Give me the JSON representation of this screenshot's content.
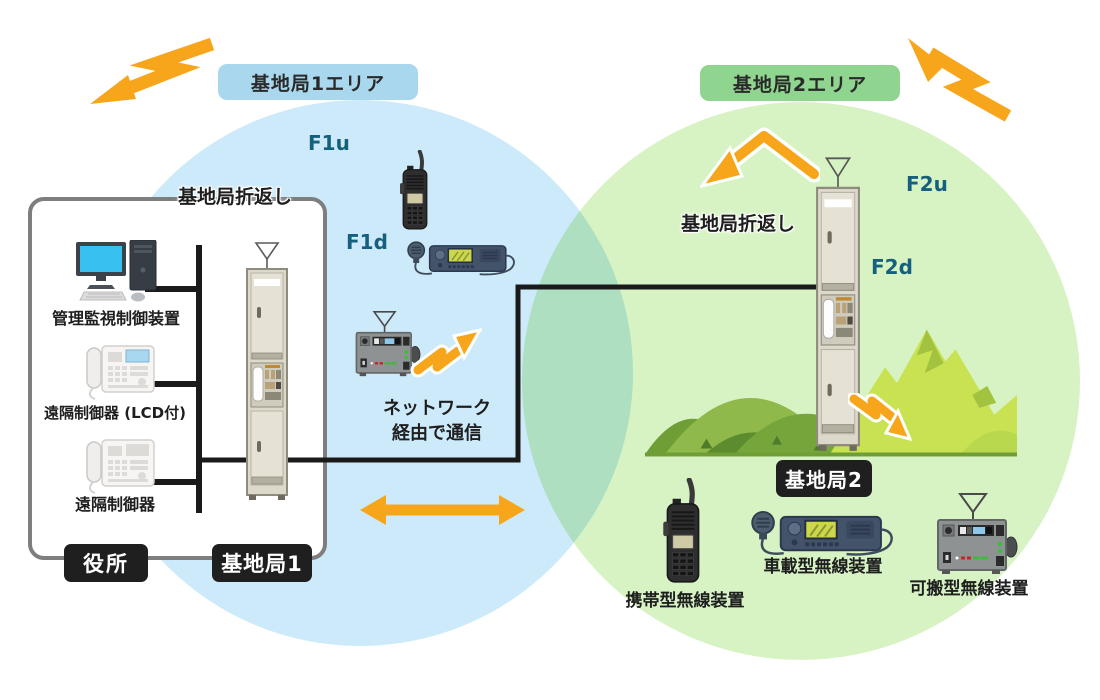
{
  "diagram": {
    "area1_badge": "基地局1エリア",
    "area2_badge": "基地局2エリア",
    "relay_label_1": "基地局折返し",
    "relay_label_2": "基地局折返し",
    "freq": {
      "f1u": "F1u",
      "f1d": "F1d",
      "f2u": "F2u",
      "f2d": "F2d"
    },
    "network_note_line1": "ネットワーク",
    "network_note_line2": "経由で通信",
    "office_badge": "役所",
    "bs1_badge": "基地局1",
    "bs2_badge": "基地局2",
    "office_devices": [
      {
        "label": "管理監視制御装置"
      },
      {
        "label": "遠隔制御器 (LCD付)"
      },
      {
        "label": "遠隔制御器"
      }
    ],
    "field_devices": [
      {
        "label": "携帯型無線装置"
      },
      {
        "label": "車載型無線装置"
      },
      {
        "label": "可搬型無線装置"
      }
    ],
    "colors": {
      "area1_fill": "#cdeafa",
      "area2_fill": "#d7f3c4",
      "area1_badge_bg": "#a9d8ee",
      "area2_badge_bg": "#8fd58f",
      "accent_orange": "#f7a61b",
      "freq_label_color": "#15607c",
      "dark_badge_bg": "#1f1f1f",
      "line_color": "#1a1a1a"
    }
  }
}
